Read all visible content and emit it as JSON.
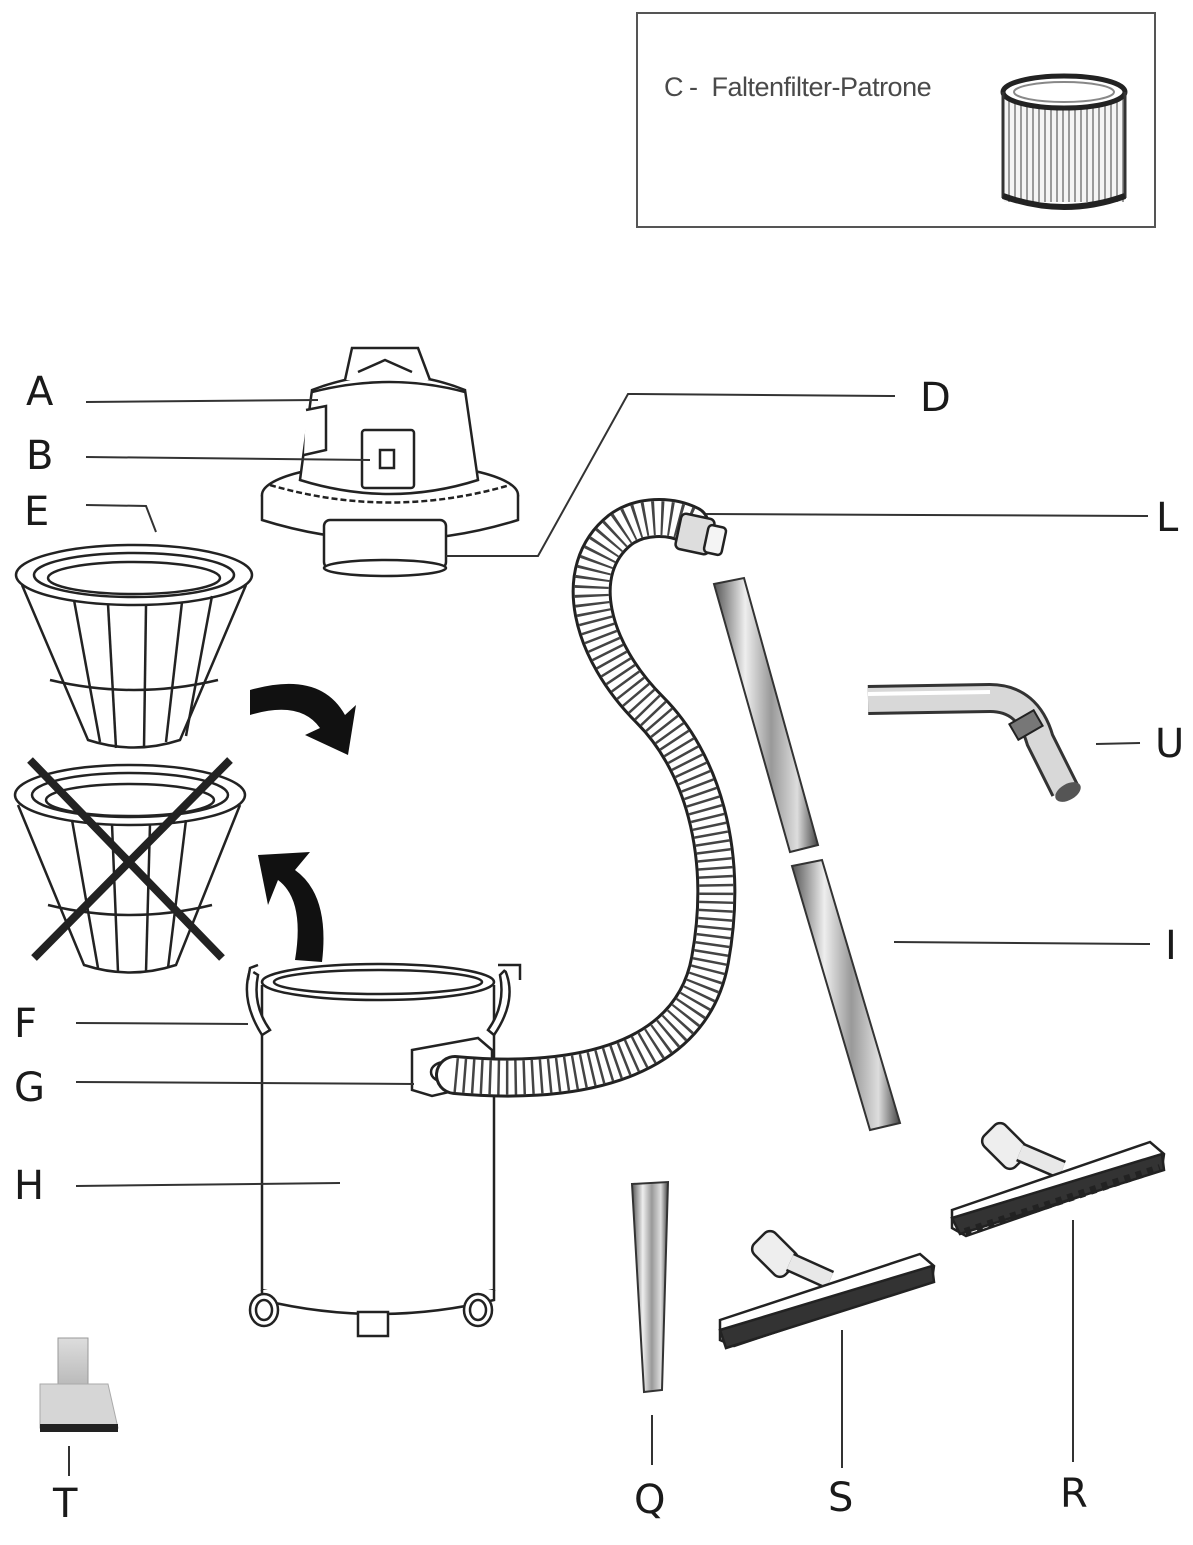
{
  "legend": {
    "letter": "C",
    "separator": "-",
    "text": "Faltenfilter-Patrone"
  },
  "labels": {
    "A": "A",
    "B": "B",
    "E": "E",
    "F": "F",
    "G": "G",
    "H": "H",
    "D": "D",
    "L": "L",
    "U": "U",
    "I": "I",
    "T": "T",
    "Q": "Q",
    "S": "S",
    "R": "R"
  }
}
